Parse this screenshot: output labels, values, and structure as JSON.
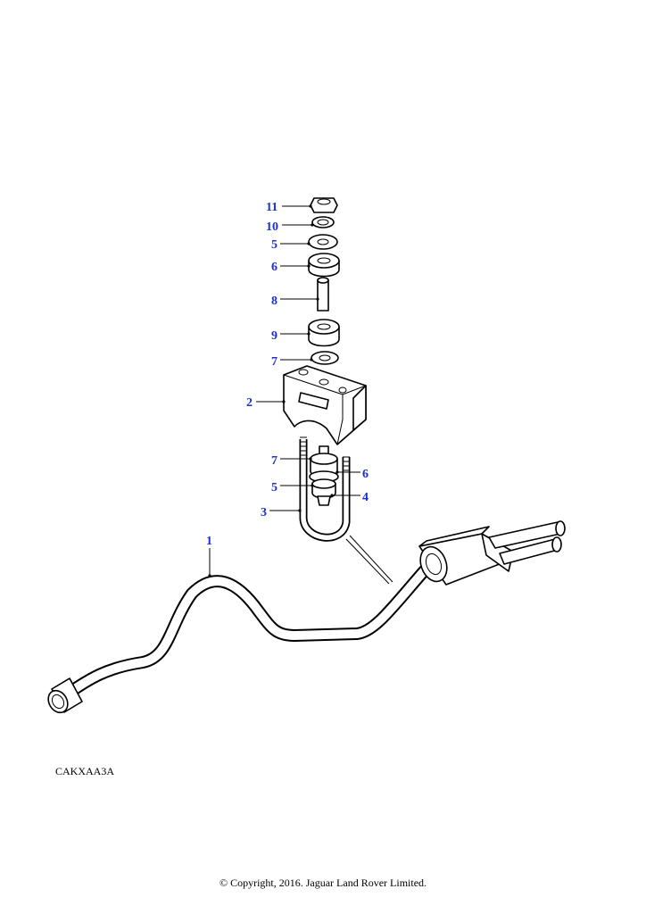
{
  "figure_code": "CAKXAA3A",
  "copyright": "© Copyright, 2016. Jaguar Land Rover Limited.",
  "callouts": {
    "c11": "11",
    "c10": "10",
    "c5a": "5",
    "c6a": "6",
    "c8": "8",
    "c9": "9",
    "c7a": "7",
    "c2": "2",
    "c7b": "7",
    "c6b": "6",
    "c5b": "5",
    "c4": "4",
    "c3": "3",
    "c1": "1"
  },
  "colors": {
    "callout": "#1a2fd6",
    "line": "#000000",
    "background": "#ffffff"
  }
}
